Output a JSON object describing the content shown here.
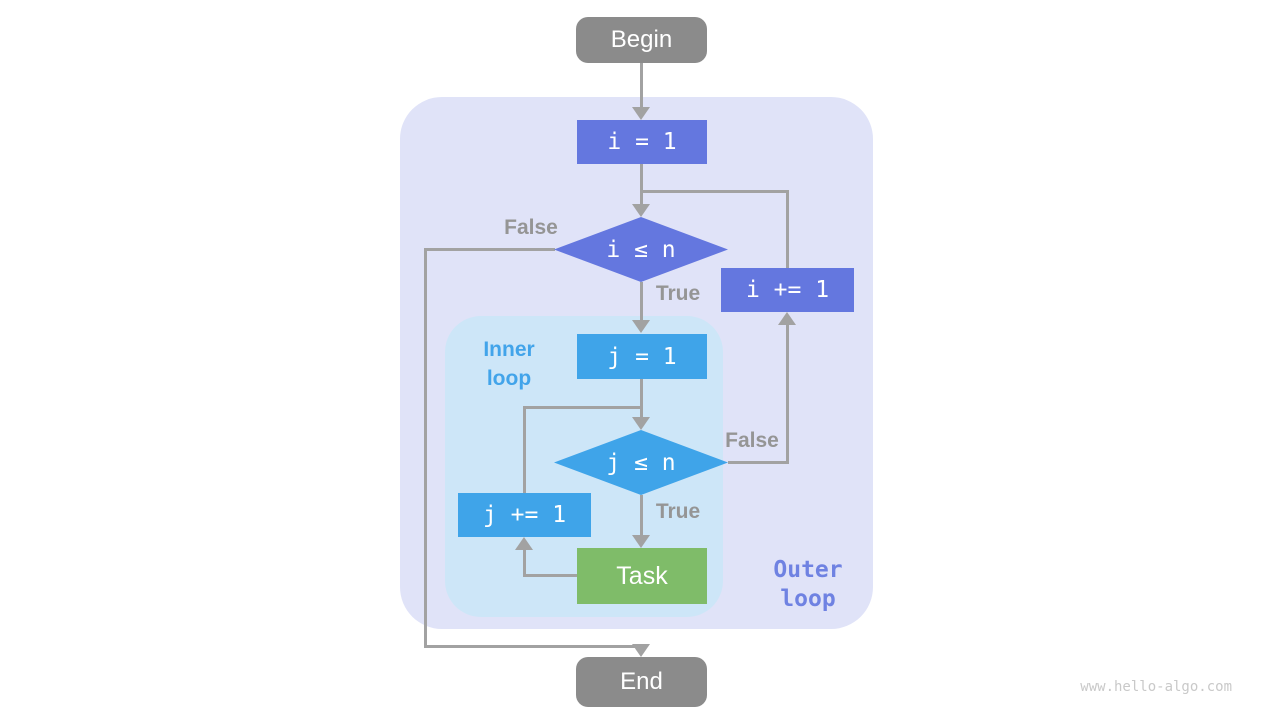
{
  "watermark": "www.hello-algo.com",
  "palette": {
    "outer_region_bg": "#e0e3f8",
    "inner_region_bg": "#cde6f8",
    "purple_node": "#6477df",
    "blue_node": "#3fa4e9",
    "green_node": "#7fbc69",
    "terminal_gray": "#8b8b8b",
    "edge_gray": "#a2a2a2",
    "edge_label_gray": "#959595",
    "inner_label_blue": "#42a4ea",
    "outer_label_purple": "#6f82e2"
  },
  "flowchart": {
    "nodes": {
      "begin": {
        "label": "Begin"
      },
      "init_i": {
        "label": "i = 1"
      },
      "cond_i": {
        "label": "i ≤ n"
      },
      "incr_i": {
        "label": "i += 1"
      },
      "init_j": {
        "label": "j = 1"
      },
      "cond_j": {
        "label": "j ≤ n"
      },
      "incr_j": {
        "label": "j += 1"
      },
      "task": {
        "label": "Task"
      },
      "end": {
        "label": "End"
      }
    },
    "edge_labels": {
      "outer_false": "False",
      "outer_true": "True",
      "inner_false": "False",
      "inner_true": "True"
    },
    "regions": {
      "inner": {
        "label": "Inner loop"
      },
      "outer": {
        "label": "Outer loop"
      }
    }
  }
}
